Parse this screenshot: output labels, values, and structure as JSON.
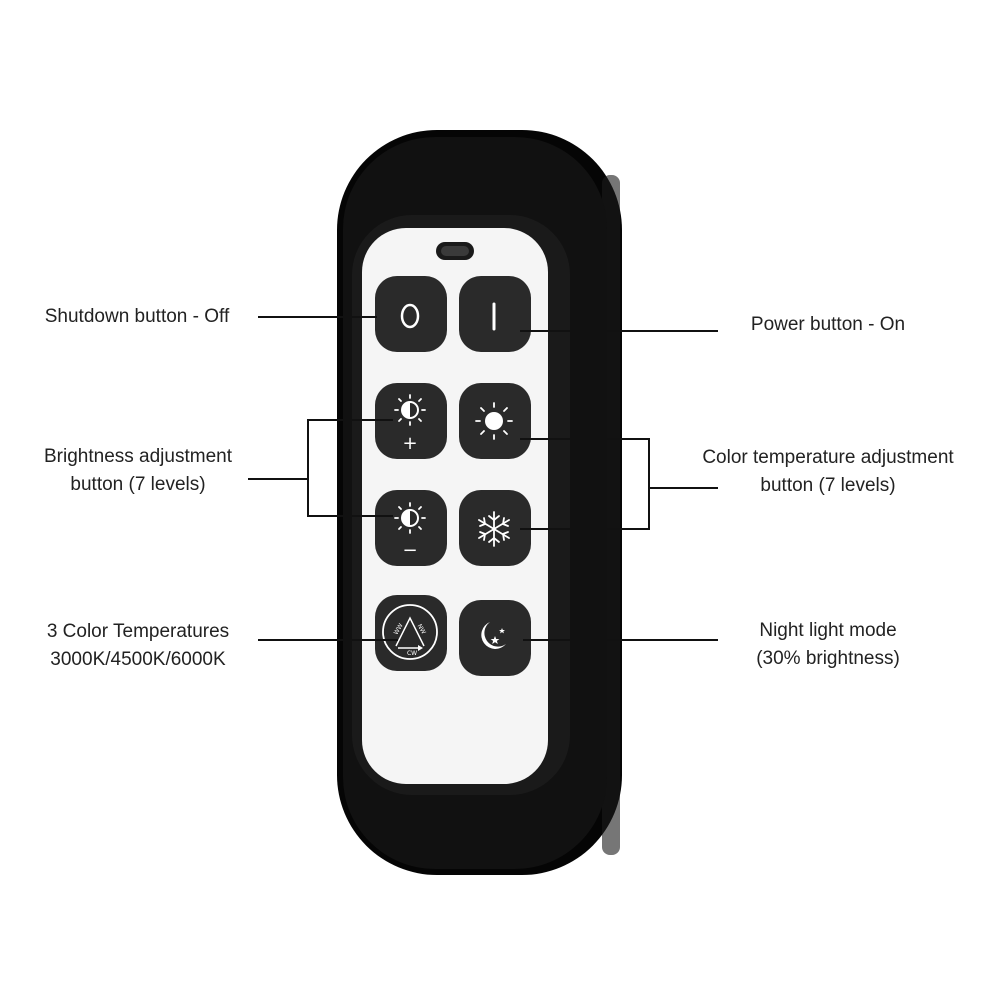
{
  "labels": {
    "shutdown": "Shutdown button - Off",
    "power": "Power button - On",
    "brightness": [
      "Brightness adjustment",
      "button (7 levels)"
    ],
    "color_temp": [
      "Color temperature adjustment",
      "button (7 levels)"
    ],
    "three_temps": [
      "3 Color Temperatures",
      "3000K/4500K/6000K"
    ],
    "night": [
      "Night light mode",
      "(30% brightness)"
    ]
  },
  "buttons": [
    {
      "id": "off",
      "icon": "off-circle-icon"
    },
    {
      "id": "on",
      "icon": "on-bar-icon"
    },
    {
      "id": "brightness-up",
      "icon": "brightness-up-icon",
      "glyph": "+"
    },
    {
      "id": "color-warm",
      "icon": "sun-icon"
    },
    {
      "id": "brightness-down",
      "icon": "brightness-down-icon",
      "glyph": "−"
    },
    {
      "id": "color-cool",
      "icon": "snowflake-icon"
    },
    {
      "id": "three-temps",
      "icon": "temperature-cycle-icon",
      "cycle_text": [
        "WW",
        "NW",
        "CW"
      ]
    },
    {
      "id": "night",
      "icon": "moon-stars-icon"
    }
  ],
  "colors": {
    "remote_body": "#0d0d0d",
    "panel": "#f7f7f7",
    "button": "#2b2b2b",
    "leader": "#111111",
    "text": "#222222"
  }
}
